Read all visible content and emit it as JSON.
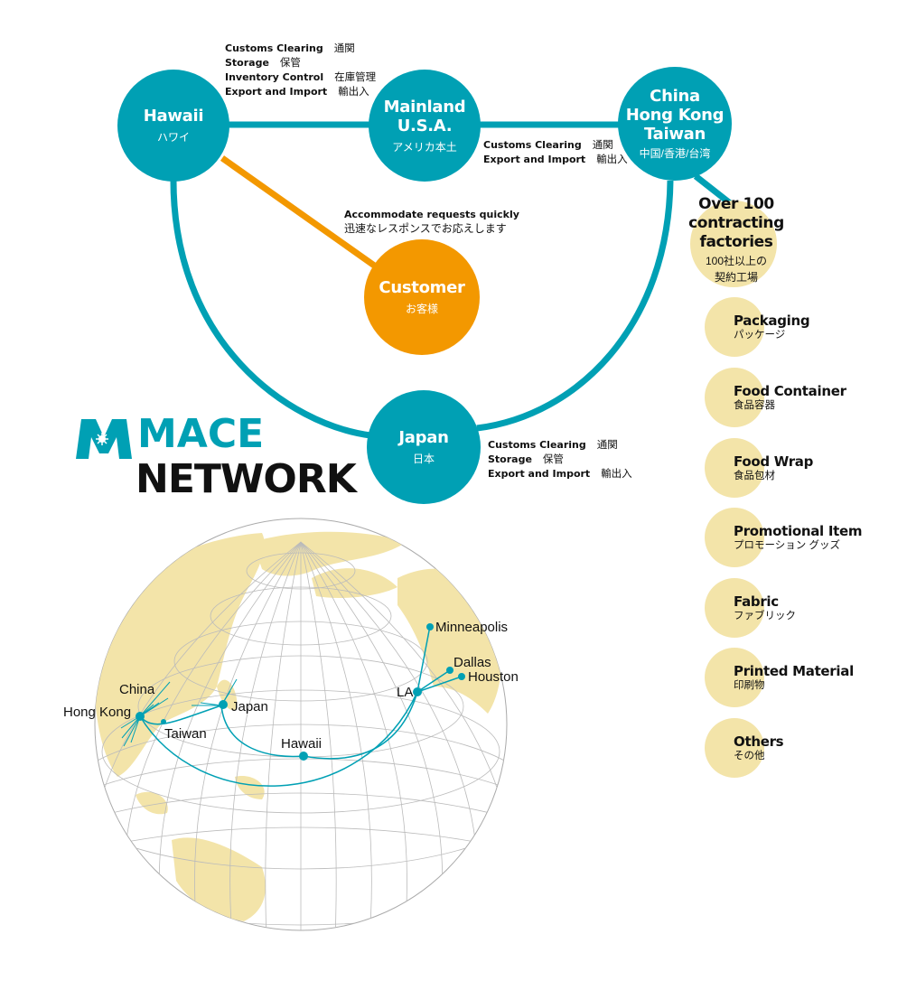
{
  "colors": {
    "teal": "#00a0b4",
    "orange": "#f39800",
    "land": "#f3e4a9",
    "grid": "#bbbbbb"
  },
  "hubs": {
    "hawaii": {
      "name": "Hawaii",
      "jp": "ハワイ"
    },
    "mainland": {
      "name_line1": "Mainland",
      "name_line2": "U.S.A.",
      "jp": "アメリカ本土"
    },
    "asia": {
      "name_line1": "China",
      "name_line2": "Hong Kong",
      "name_line3": "Taiwan",
      "jp": "中国/香港/台湾"
    },
    "japan": {
      "name": "Japan",
      "jp": "日本"
    },
    "customer": {
      "name": "Customer",
      "jp": "お客様"
    }
  },
  "services": {
    "hawaii": [
      {
        "en": "Customs Clearing",
        "jp": "通関"
      },
      {
        "en": "Storage",
        "jp": "保管"
      },
      {
        "en": "Inventory Control",
        "jp": "在庫管理"
      },
      {
        "en": "Export and Import",
        "jp": "輸出入"
      }
    ],
    "mainland": [
      {
        "en": "Customs Clearing",
        "jp": "通関"
      },
      {
        "en": "Export and Import",
        "jp": "輸出入"
      }
    ],
    "japan": [
      {
        "en": "Customs Clearing",
        "jp": "通関"
      },
      {
        "en": "Storage",
        "jp": "保管"
      },
      {
        "en": "Export and Import",
        "jp": "輸出入"
      }
    ]
  },
  "customer_note": {
    "en": "Accommodate requests quickly",
    "jp": "迅速なレスポンスでお応えします"
  },
  "factories": {
    "line1": "Over 100",
    "line2": "contracting",
    "line3": "factories",
    "jp_line1": "100社以上の",
    "jp_line2": "契約工場"
  },
  "categories": [
    {
      "en": "Packaging",
      "jp": "パッケージ"
    },
    {
      "en": "Food Container",
      "jp": "食品容器"
    },
    {
      "en": "Food Wrap",
      "jp": "食品包材"
    },
    {
      "en": "Promotional Item",
      "jp": "プロモーション グッズ"
    },
    {
      "en": "Fabric",
      "jp": "ファブリック"
    },
    {
      "en": "Printed Material",
      "jp": "印刷物"
    },
    {
      "en": "Others",
      "jp": "その他"
    }
  ],
  "logo": {
    "brand": "MACE",
    "subtitle": "NETWORK"
  },
  "map": {
    "cities": {
      "hong_kong": "Hong Kong",
      "china": "China",
      "taiwan": "Taiwan",
      "japan": "Japan",
      "hawaii": "Hawaii",
      "la": "LA",
      "minneapolis": "Minneapolis",
      "dallas": "Dallas",
      "houston": "Houston"
    }
  }
}
